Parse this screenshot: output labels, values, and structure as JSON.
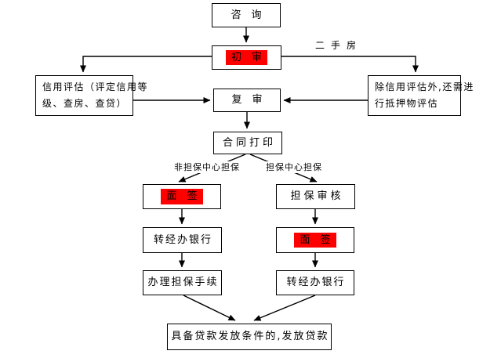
{
  "colors": {
    "highlight": "#ff0000",
    "line": "#000000",
    "background": "#ffffff",
    "text": "#000000"
  },
  "diagram_type": "flowchart",
  "nodes": {
    "consult": {
      "label": "咨询"
    },
    "initial_review": {
      "label": "初审",
      "highlighted": true
    },
    "credit_eval": {
      "line1": "信用评估（评定信用等",
      "line2": "级、查房、查贷）"
    },
    "appraisal": {
      "line1": "除信用评估外,还需进",
      "line2": "行抵押物评估"
    },
    "re_review": {
      "label": "复审"
    },
    "contract_print": {
      "label": "合同打印"
    },
    "interview_left": {
      "label": "面签",
      "highlighted": true
    },
    "guarantee_review": {
      "label": "担保审核"
    },
    "to_bank_left": {
      "label": "转经办银行"
    },
    "interview_right": {
      "label": "面签",
      "highlighted": true
    },
    "guarantee_procedure": {
      "label": "办理担保手续"
    },
    "to_bank_right": {
      "label": "转经办银行"
    },
    "final_grant": {
      "label": "具备贷款发放条件的,发放贷款"
    }
  },
  "edge_labels": {
    "second_hand_house": "二手房",
    "branch_left": "非担保中心担保",
    "branch_right": "担保中心担保"
  }
}
